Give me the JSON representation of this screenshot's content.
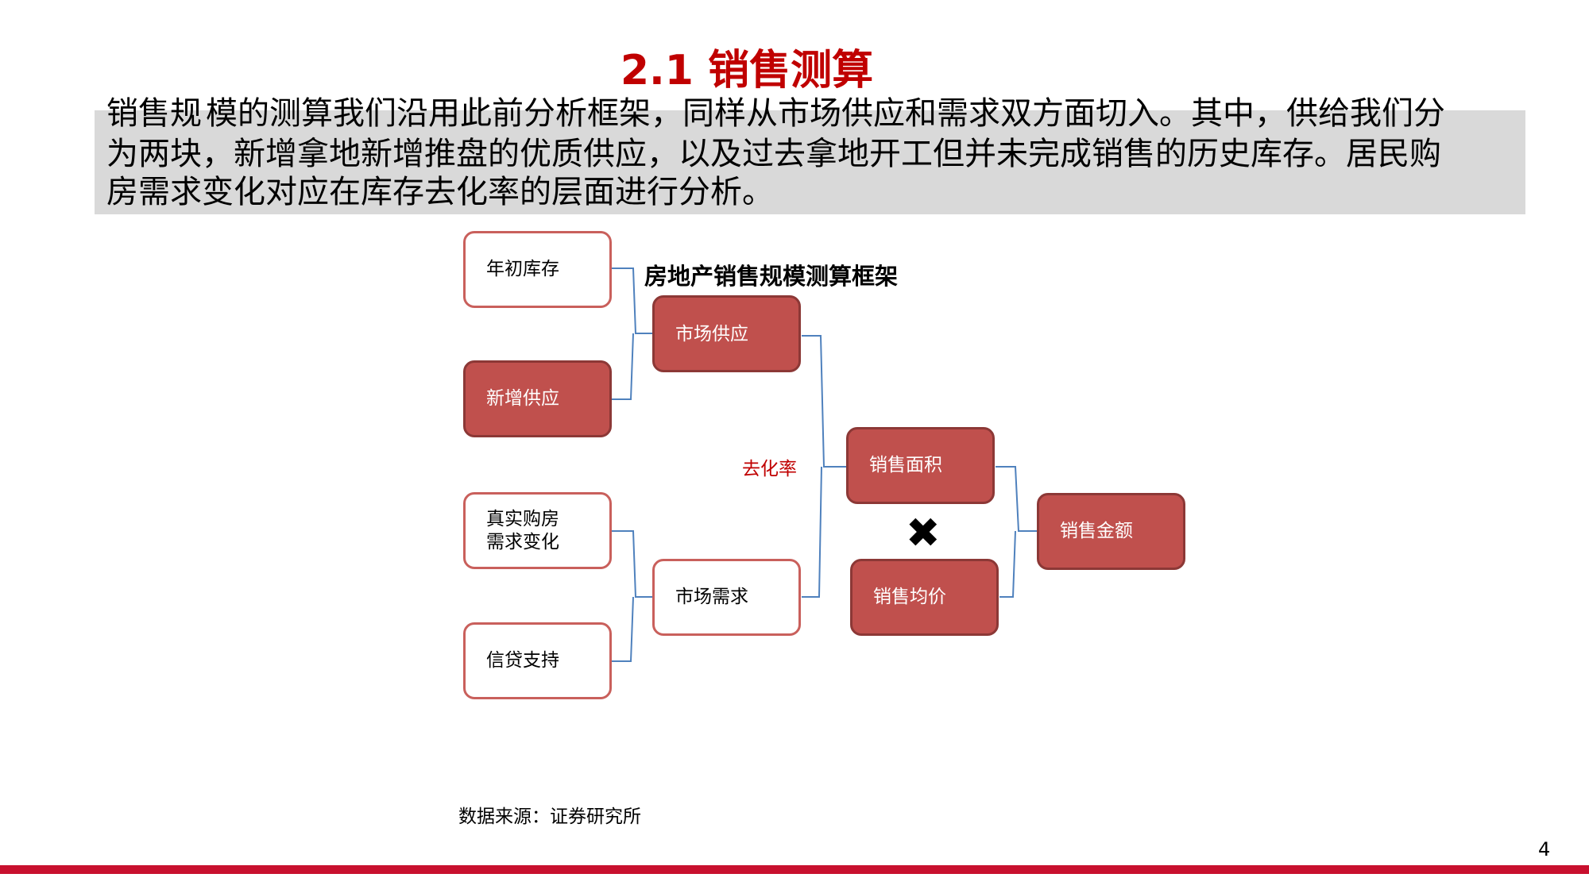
{
  "title": "2.1 销售测算",
  "paragraph": {
    "line1": "模的测算我们沿用此前分析框架，同样从市场供应和需求双方面切入。其中，供给我们分",
    "line2_overlap": "销售规",
    "line2": "为两块，新增拿地新增推盘的优质供应，以及过去拿地开工但并未完成销售的历史库存。居民购",
    "line3": "房需求变化对应在库存去化率的层面进行分析。"
  },
  "diagram": {
    "title": "房地产销售规模测算框架",
    "boxes": {
      "initial_inventory": "年初库存",
      "new_supply": "新增供应",
      "real_demand_line1": "真实购房",
      "real_demand_line2": "需求变化",
      "credit_support": "信贷支持",
      "market_supply": "市场供应",
      "market_demand": "市场需求",
      "sales_area": "销售面积",
      "avg_price": "销售均价",
      "sales_amount": "销售金额"
    },
    "rate_label": "去化率",
    "multiply_symbol": "✖",
    "colors": {
      "box_fill": "#c0504d",
      "connector": "#4f81bd",
      "accent": "#c00000"
    }
  },
  "source": "数据来源：证券研究所",
  "page_number": "4"
}
